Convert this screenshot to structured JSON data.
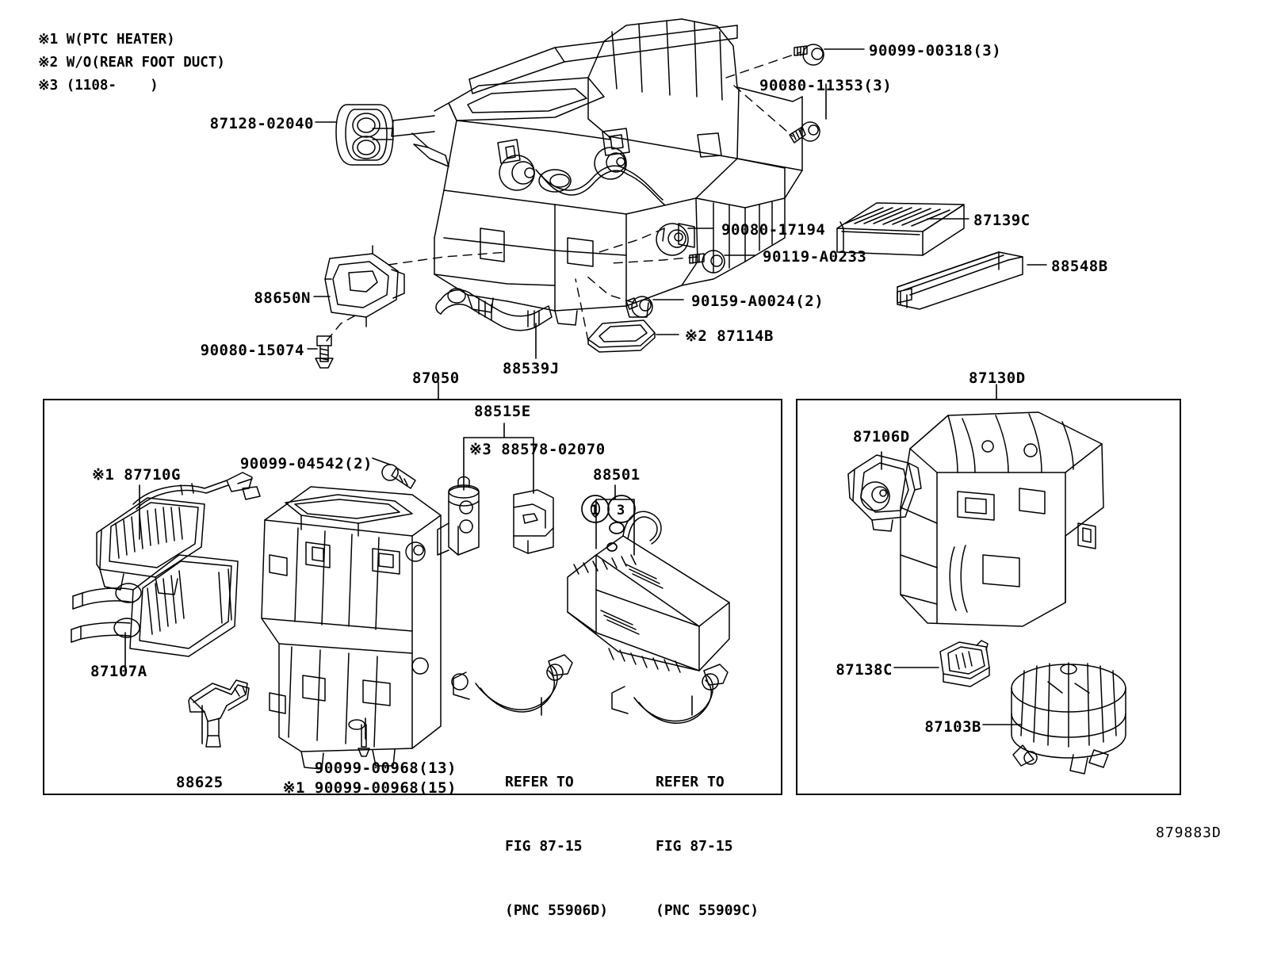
{
  "document": {
    "diagram_code": "879883D",
    "legend": [
      "※1 W(PTC HEATER)",
      "※2 W/O(REAR FOOT DUCT)",
      "※3 (1108-    )"
    ]
  },
  "upper_section": {
    "labels": [
      {
        "id": "grommet",
        "text": "87128-02040"
      },
      {
        "id": "screw-top-right",
        "text": "90099-00318(3)"
      },
      {
        "id": "bolt-top-right",
        "text": "90080-11353(3)"
      },
      {
        "id": "grommet-mid",
        "text": "90080-17194"
      },
      {
        "id": "screw-mid",
        "text": "90119-A0233"
      },
      {
        "id": "clip-mid",
        "text": "90159-A0024(2)"
      },
      {
        "id": "duct-cover",
        "text": "※2 87114B"
      },
      {
        "id": "air-filter",
        "text": "87139C"
      },
      {
        "id": "filter-cover",
        "text": "88548B"
      },
      {
        "id": "bracket",
        "text": "88650N"
      },
      {
        "id": "bracket-bolt",
        "text": "90080-15074"
      },
      {
        "id": "hose",
        "text": "88539J"
      },
      {
        "id": "heater-unit",
        "text": "87050"
      },
      {
        "id": "blower-unit",
        "text": "87130D"
      }
    ]
  },
  "left_panel": {
    "labels": [
      {
        "id": "ptc-heater",
        "text": "※1 87710G"
      },
      {
        "id": "heater-core",
        "text": "87107A"
      },
      {
        "id": "screw-valve",
        "text": "90099-04542(2)"
      },
      {
        "id": "expansion-valve",
        "text": "88515E"
      },
      {
        "id": "valve-cover",
        "text": "※3 88578-02070"
      },
      {
        "id": "evaporator",
        "text": "88501"
      },
      {
        "id": "thermistor",
        "text": "88625"
      },
      {
        "id": "screw-case",
        "text": "90099-00968(13)"
      },
      {
        "id": "screw-case-ptc",
        "text": "※1 90099-00968(15)"
      }
    ],
    "callout_circles": [
      "1",
      "3"
    ],
    "refer_blocks": [
      {
        "id": "refer-left",
        "lines": [
          "REFER TO",
          "FIG 87-15",
          "(PNC 55906D)"
        ]
      },
      {
        "id": "refer-right",
        "lines": [
          "REFER TO",
          "FIG 87-15",
          "(PNC 55909C)"
        ]
      }
    ]
  },
  "right_panel": {
    "labels": [
      {
        "id": "servo-motor",
        "text": "87106D"
      },
      {
        "id": "blower-resistor",
        "text": "87138C"
      },
      {
        "id": "blower-motor",
        "text": "87103B"
      }
    ]
  },
  "colors": {
    "ink": "#000000",
    "paper": "#ffffff"
  }
}
